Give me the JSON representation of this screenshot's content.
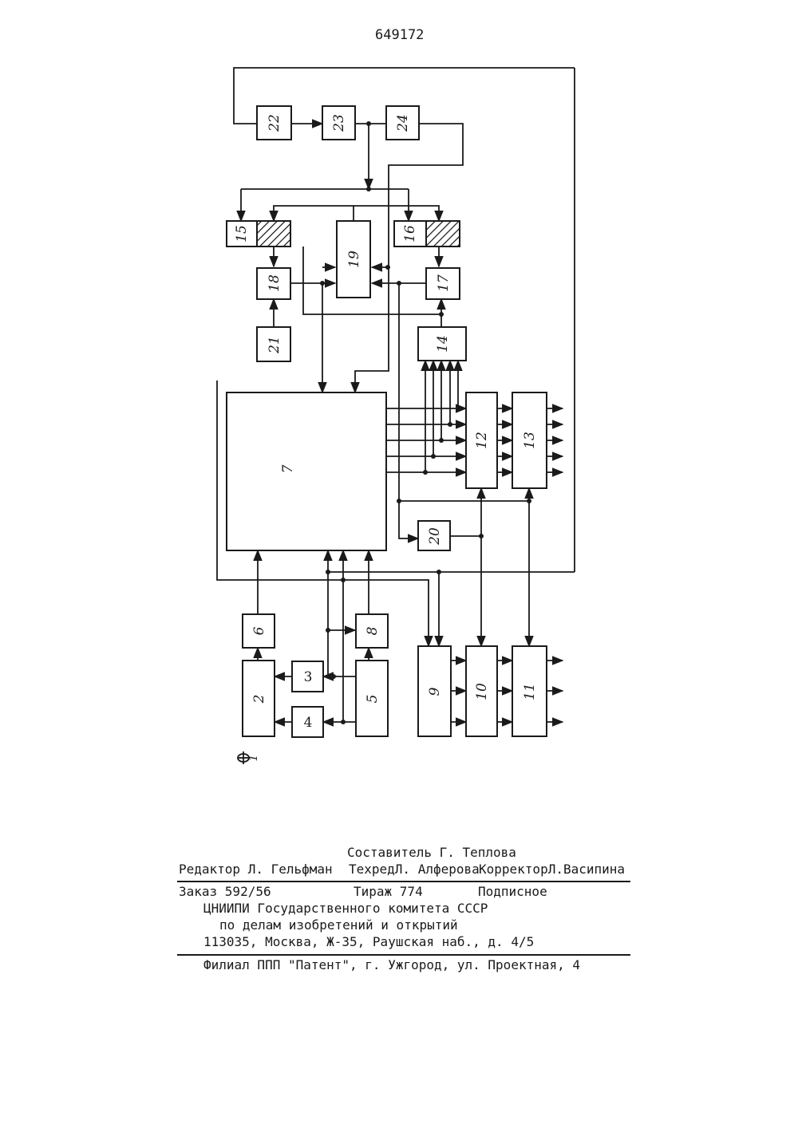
{
  "page_number": "649172",
  "blocks": [
    "1",
    "2",
    "3",
    "4",
    "5",
    "6",
    "7",
    "8",
    "9",
    "10",
    "11",
    "12",
    "13",
    "14",
    "15",
    "16",
    "17",
    "18",
    "19",
    "20",
    "21",
    "22",
    "23",
    "24"
  ],
  "credits": {
    "compiler": "Составитель Г. Теплова",
    "editor": "Редактор Л. Гельфман",
    "techred": "ТехредЛ. Алферова",
    "corrector": "КорректорЛ.Васипина"
  },
  "order": {
    "order_no": "Заказ 592/56",
    "circulation": "Тираж 774",
    "subscription": "Подписное",
    "org_line1": "ЦНИИПИ Государственного комитета СССР",
    "org_line2": "по делам изобретений и открытий",
    "address": "113035, Москва, Ж-35, Раушская наб., д. 4/5"
  },
  "branch": "Филиал ППП \"Патент\", г. Ужгород, ул. Проектная, 4"
}
